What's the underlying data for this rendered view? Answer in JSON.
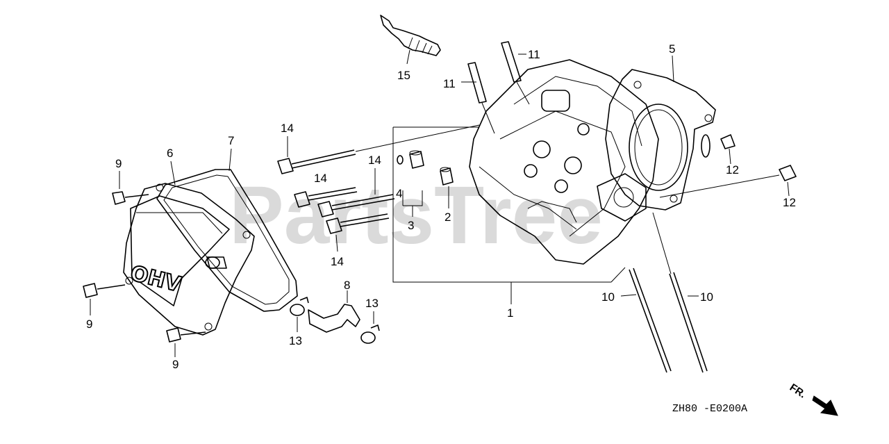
{
  "watermark": "PartsTree",
  "diagram_code": "ZH80 -E0200A",
  "direction_label": "FR.",
  "cover_text": "OHV",
  "callouts": {
    "c1": "1",
    "c2": "2",
    "c3": "3",
    "c4": "4",
    "c5": "5",
    "c6": "6",
    "c7": "7",
    "c8": "8",
    "c9a": "9",
    "c9b": "9",
    "c9c": "9",
    "c10a": "10",
    "c10b": "10",
    "c11a": "11",
    "c11b": "11",
    "c12a": "12",
    "c12b": "12",
    "c13a": "13",
    "c13b": "13",
    "c14a": "14",
    "c14b": "14",
    "c14c": "14",
    "c14d": "14",
    "c15": "15"
  }
}
